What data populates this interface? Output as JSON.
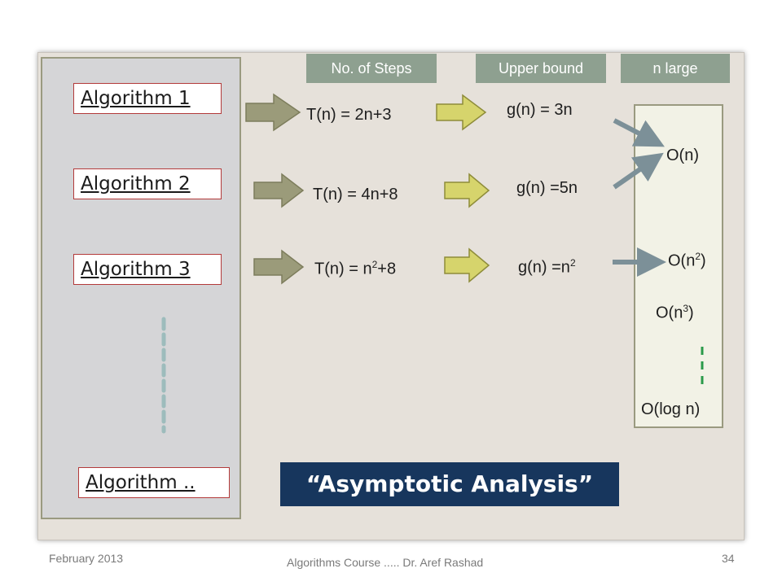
{
  "headers": {
    "steps": "No. of Steps",
    "upper_bound": "Upper bound",
    "n_large": "n   large"
  },
  "algorithms": [
    "Algorithm  1",
    "Algorithm  2",
    "Algorithm  3",
    "Algorithm .."
  ],
  "rows": [
    {
      "t_base": "T(n) = 2n+3",
      "g_base": "g(n) = 3n"
    },
    {
      "t_base": "T(n) = 4n+8",
      "g_base": "g(n) =5n"
    },
    {
      "t_base": "T(n) = n",
      "t_sup": "2",
      "t_tail": "+8",
      "g_base": "g(n) =n",
      "g_sup": "2"
    }
  ],
  "big_o": {
    "o_n": "O(n)",
    "o_n2_base": "O(n",
    "o_n2_sup": "2",
    "o_n2_tail": ")",
    "o_n3_base": "O(n",
    "o_n3_sup": "3",
    "o_n3_tail": ")",
    "o_logn": "O(log n)"
  },
  "title": "“Asymptotic Analysis”",
  "footer": {
    "date": "February 2013",
    "course": "Algorithms Course .....  Dr. Aref Rashad",
    "page": "34"
  },
  "colors": {
    "header_bg": "#8ea090",
    "title_bg": "#17365d",
    "arrow_olive": "#9b9b7a",
    "arrow_yellow": "#d6d46c",
    "arrow_steel": "#7c9098",
    "dash_teal": "#9dbcbc",
    "dash_green": "#2a9a4a"
  }
}
